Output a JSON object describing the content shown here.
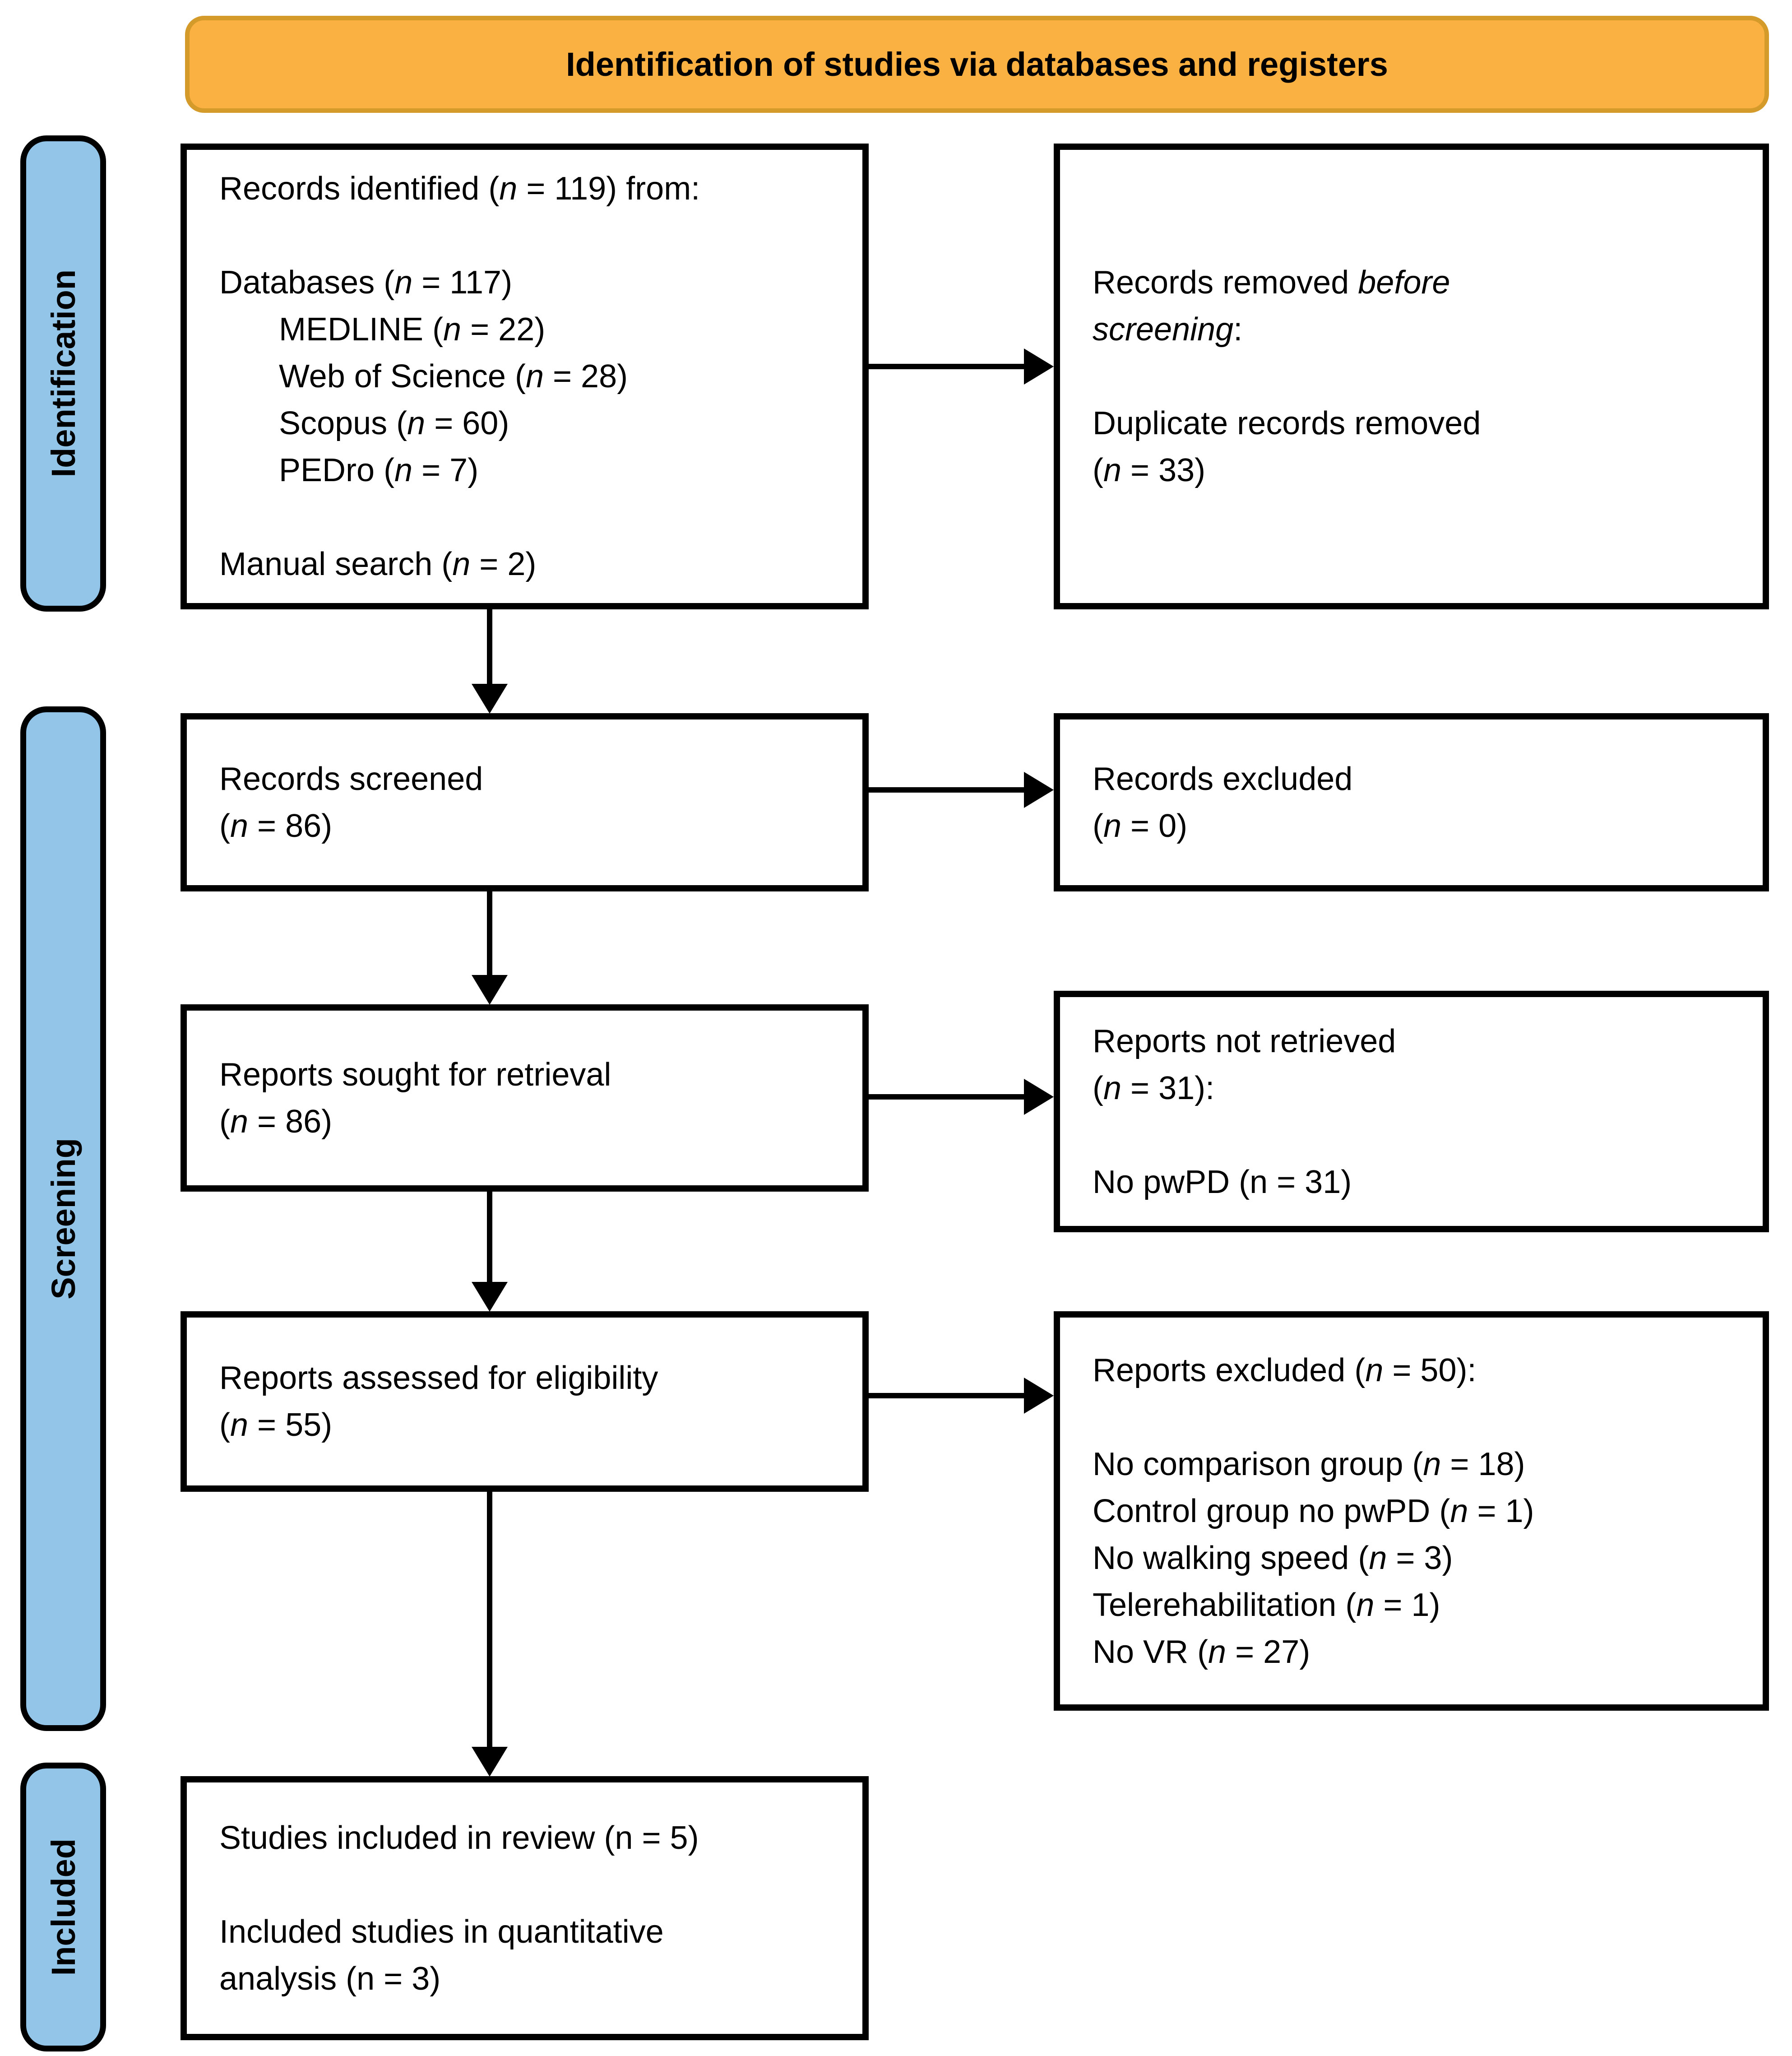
{
  "banner": {
    "label": "Identification of studies via databases and registers"
  },
  "colors": {
    "banner_fill": "#FBB042",
    "banner_border": "#D49A2A",
    "stage_fill": "#92C5E8",
    "line_color": "#000000"
  },
  "stage_labels": {
    "identification": "Identification",
    "screening": "Screening",
    "included": "Included"
  },
  "boxes": {
    "records_identified": {
      "lines": [
        {
          "t": "Records identified (*n* = 119) from:"
        },
        {
          "t": ""
        },
        {
          "t": "Databases (*n* = 117)"
        },
        {
          "t": "MEDLINE (*n* = 22)",
          "indent": 1
        },
        {
          "t": "Web of Science (*n* = 28)",
          "indent": 1
        },
        {
          "t": "Scopus (*n* = 60)",
          "indent": 1
        },
        {
          "t": "PEDro (*n* = 7)",
          "indent": 1
        },
        {
          "t": ""
        },
        {
          "t": "Manual search (*n* = 2)"
        }
      ]
    },
    "records_removed": {
      "lines": [
        {
          "t": "Records removed *before*"
        },
        {
          "t": "*screening*:"
        },
        {
          "t": ""
        },
        {
          "t": "Duplicate records removed"
        },
        {
          "t": "(*n* = 33)"
        }
      ]
    },
    "records_screened": {
      "lines": [
        {
          "t": "Records screened"
        },
        {
          "t": "(*n* = 86)"
        }
      ]
    },
    "records_excluded": {
      "lines": [
        {
          "t": "Records excluded"
        },
        {
          "t": "(*n* = 0)"
        }
      ]
    },
    "reports_sought": {
      "lines": [
        {
          "t": "Reports sought for retrieval"
        },
        {
          "t": "(*n* = 86)"
        }
      ]
    },
    "reports_not_retrieved": {
      "lines": [
        {
          "t": "Reports not retrieved"
        },
        {
          "t": "(*n* = 31):"
        },
        {
          "t": ""
        },
        {
          "t": "No pwPD (n = 31)"
        }
      ]
    },
    "reports_assessed": {
      "lines": [
        {
          "t": "Reports assessed for eligibility"
        },
        {
          "t": "(*n* = 55)"
        }
      ]
    },
    "reports_excluded": {
      "lines": [
        {
          "t": "Reports excluded (*n* = 50):"
        },
        {
          "t": ""
        },
        {
          "t": "No comparison group (*n* = 18)"
        },
        {
          "t": "Control group no pwPD (*n* = 1)"
        },
        {
          "t": "No walking speed (*n* = 3)"
        },
        {
          "t": "Telerehabilitation (*n* = 1)"
        },
        {
          "t": "No VR (*n* = 27)"
        }
      ]
    },
    "studies_included": {
      "lines": [
        {
          "t": "Studies included in review (n = 5)"
        },
        {
          "t": ""
        },
        {
          "t": "Included studies in quantitative"
        },
        {
          "t": "analysis (n = 3)"
        }
      ]
    }
  }
}
